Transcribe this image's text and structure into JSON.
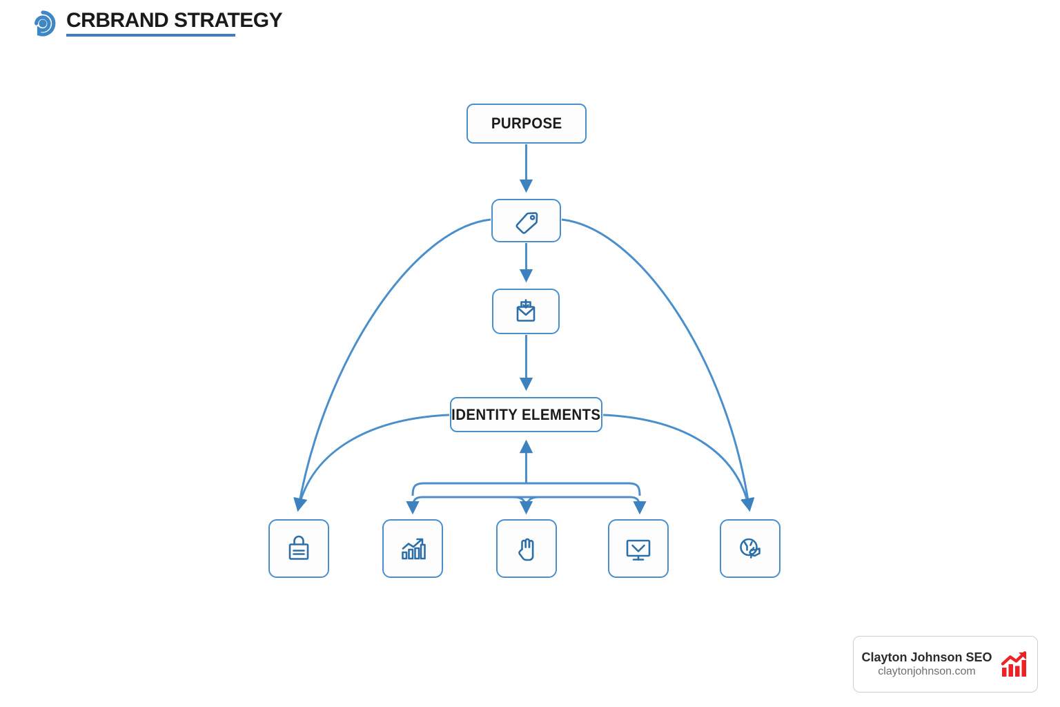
{
  "header": {
    "logo_icon": "circle-dot-logo-icon",
    "wordmark": "CRBRAND STRATEGY",
    "accent_color": "#3f7fc1",
    "text_color": "#1a1a1a"
  },
  "diagram": {
    "type": "flowchart",
    "stroke_color": "#4a8fcc",
    "icon_color": "#2c6fa8",
    "node_fill": "#fdfdfd",
    "nodes": [
      {
        "id": "purpose",
        "label": "PURPOSE",
        "kind": "text-box",
        "icon": null
      },
      {
        "id": "brand-tag",
        "label": "",
        "kind": "icon-box",
        "icon": "price-tag-icon"
      },
      {
        "id": "envelope",
        "label": "",
        "kind": "icon-box",
        "icon": "envelope-open-icon"
      },
      {
        "id": "identity",
        "label": "IDENTITY ELEMENTS",
        "kind": "text-box",
        "icon": null
      },
      {
        "id": "bag",
        "label": "",
        "kind": "icon-box",
        "icon": "shopping-bag-icon"
      },
      {
        "id": "growth",
        "label": "",
        "kind": "icon-box",
        "icon": "growth-chart-icon"
      },
      {
        "id": "hand",
        "label": "",
        "kind": "icon-box",
        "icon": "hand-icon"
      },
      {
        "id": "monitor",
        "label": "",
        "kind": "icon-box",
        "icon": "monitor-check-icon"
      },
      {
        "id": "megaphone",
        "label": "",
        "kind": "icon-box",
        "icon": "globe-megaphone-icon"
      }
    ],
    "edges": [
      {
        "from": "purpose",
        "to": "brand-tag",
        "style": "straight-down"
      },
      {
        "from": "brand-tag",
        "to": "envelope",
        "style": "straight-down"
      },
      {
        "from": "brand-tag",
        "to": "bag",
        "style": "curve-left"
      },
      {
        "from": "brand-tag",
        "to": "megaphone",
        "style": "curve-right"
      },
      {
        "from": "envelope",
        "to": "identity",
        "style": "straight-down"
      },
      {
        "from": "identity",
        "to": "bag",
        "style": "curve-left-low"
      },
      {
        "from": "identity",
        "to": "megaphone",
        "style": "curve-right-low"
      },
      {
        "from": "growth",
        "to": "identity",
        "style": "elbow-up"
      },
      {
        "from": "hand",
        "to": "identity",
        "style": "elbow-up"
      },
      {
        "from": "monitor",
        "to": "identity",
        "style": "elbow-up"
      },
      {
        "from": "identity",
        "to": "growth",
        "style": "elbow-down"
      },
      {
        "from": "identity",
        "to": "hand",
        "style": "elbow-down"
      },
      {
        "from": "identity",
        "to": "monitor",
        "style": "elbow-down"
      }
    ]
  },
  "attribution": {
    "title": "Clayton Johnson SEO",
    "url": "claytonjohnson.com",
    "logo_icon": "red-growth-chart-icon",
    "logo_color": "#ee2224"
  }
}
